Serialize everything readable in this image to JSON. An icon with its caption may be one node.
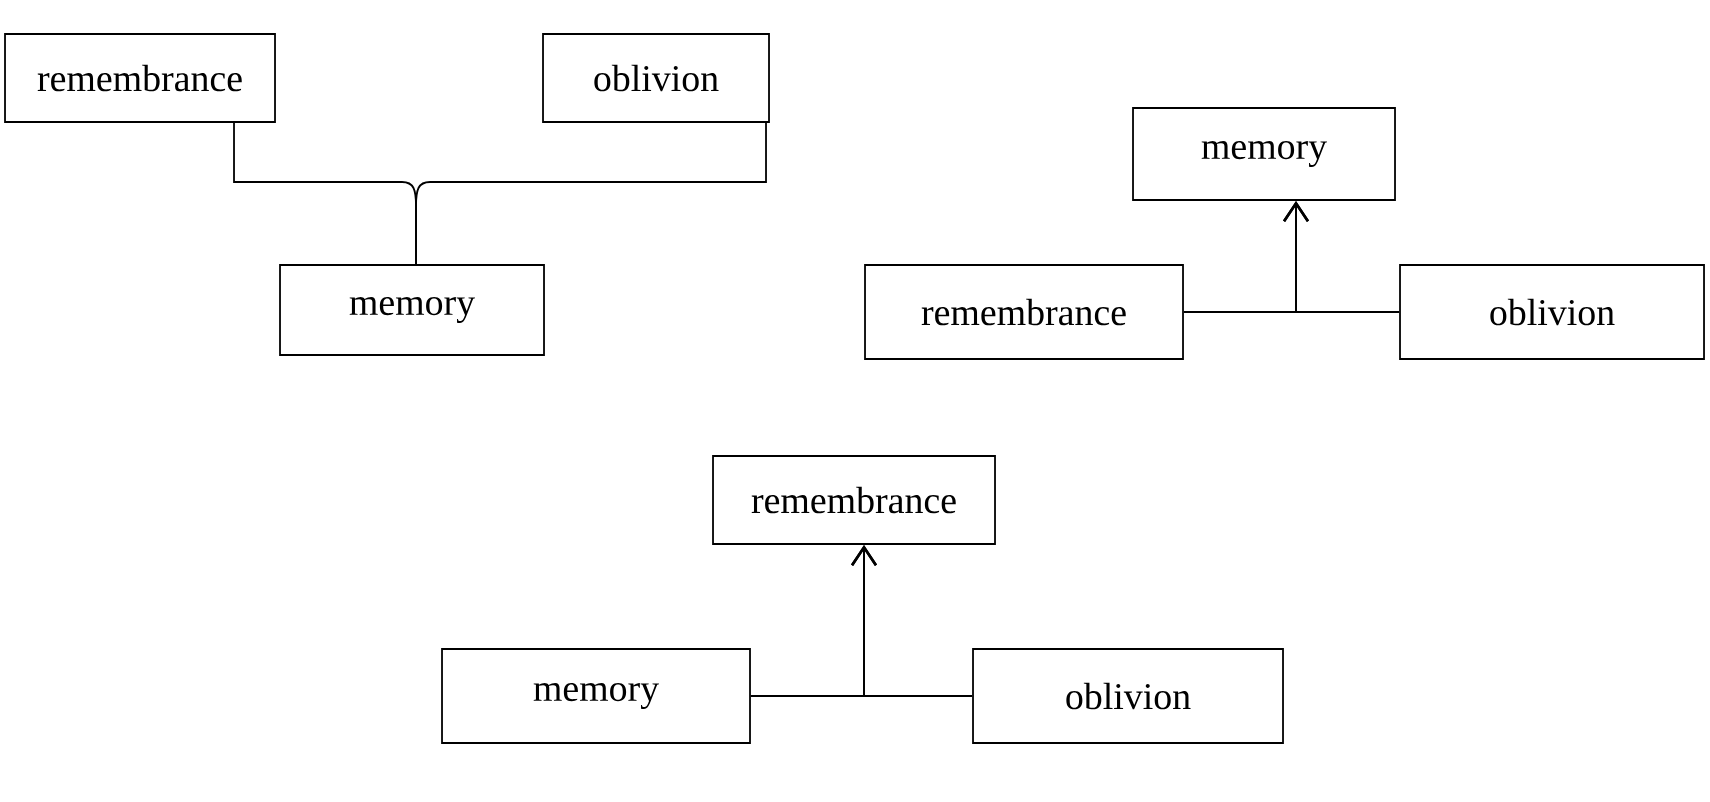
{
  "diagram": {
    "nodes": [
      {
        "text": [
          "remembrance"
        ]
      },
      {
        "text": [
          "oblivion"
        ]
      },
      {
        "text": [
          "memory"
        ]
      },
      {
        "text": [
          "memory"
        ]
      },
      {
        "text": [
          "remembrance"
        ]
      },
      {
        "text": [
          "oblivion"
        ]
      },
      {
        "text": [
          "remembrance"
        ]
      },
      {
        "text": [
          "memory"
        ]
      },
      {
        "text": [
          "oblivion"
        ]
      }
    ],
    "edges": [
      {
        "from": 0,
        "to": 2,
        "arrow": "none"
      },
      {
        "from": 1,
        "to": 2,
        "arrow": "none"
      },
      {
        "from": 4,
        "to": 3,
        "arrow": "to"
      },
      {
        "from": 5,
        "to": 3,
        "arrow": "to"
      },
      {
        "from": 7,
        "to": 6,
        "arrow": "to"
      },
      {
        "from": 8,
        "to": 6,
        "arrow": "to"
      }
    ]
  }
}
